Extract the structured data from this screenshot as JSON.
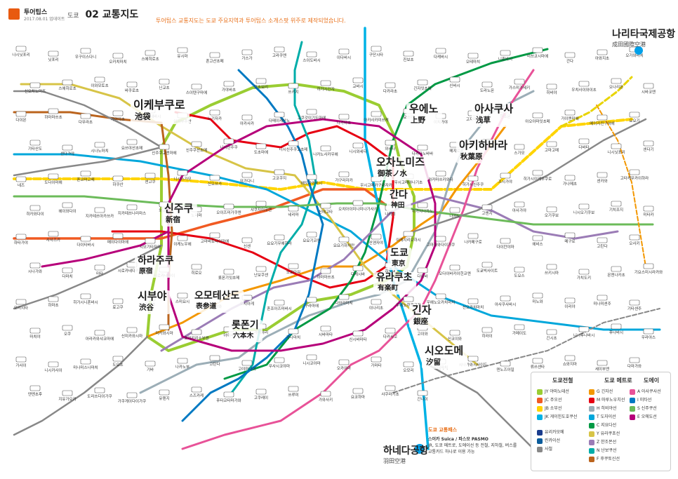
{
  "header": {
    "brand": "투어팁스",
    "date": "2017.08.01 업데이트",
    "title_prefix": "도쿄",
    "title": "02 교통지도",
    "tagline": "투어팁스 교통지도는 도쿄 주요지역과 투어팁스 소개스팟 위주로 제작되었습니다."
  },
  "airports": {
    "narita_ko": "나리타국제공항",
    "narita_ja": "成田國際空港",
    "haneda_ko": "하네다공항",
    "haneda_ja": "羽田空港"
  },
  "major_stations": [
    {
      "ko": "이케부쿠로",
      "ja": "池袋"
    },
    {
      "ko": "우에노",
      "ja": "上野"
    },
    {
      "ko": "아사쿠사",
      "ja": "浅草"
    },
    {
      "ko": "아키하바라",
      "ja": "秋葉原"
    },
    {
      "ko": "오차노미즈",
      "ja": "御茶ノ水"
    },
    {
      "ko": "간다",
      "ja": "神田"
    },
    {
      "ko": "신주쿠",
      "ja": "新宿"
    },
    {
      "ko": "도쿄",
      "ja": "東京"
    },
    {
      "ko": "유라쿠초",
      "ja": "有楽町"
    },
    {
      "ko": "하라주쿠",
      "ja": "原宿"
    },
    {
      "ko": "시부야",
      "ja": "渋谷"
    },
    {
      "ko": "오모테산도",
      "ja": "表参道"
    },
    {
      "ko": "롯폰기",
      "ja": "六本木"
    },
    {
      "ko": "긴자",
      "ja": "銀座"
    },
    {
      "ko": "시오도메",
      "ja": "汐留"
    }
  ],
  "minor_stations": [
    "나시닛포리",
    "닛포리",
    "우구이스다니",
    "오카치마치",
    "스에히로초",
    "유시마",
    "혼고산초메",
    "가스가",
    "고라쿠엔",
    "스이도바시",
    "이다바시",
    "구단시타",
    "진보초",
    "다케바시",
    "오테마치",
    "니혼바시",
    "미쓰코시마에",
    "간다",
    "아와지초",
    "오가와마치",
    "신오차노미즈",
    "스에히로초",
    "이와모토초",
    "바쿠로초",
    "닌교초",
    "스이텐구마에",
    "가야바초",
    "핫초보리",
    "쓰키지",
    "히가시긴자",
    "교바시",
    "다카라초",
    "긴자잇초메",
    "신바시",
    "도라노몬",
    "가스미가세키",
    "히비야",
    "우치사이와이초",
    "오나리몬",
    "시바코엔",
    "다이몬",
    "하마마쓰초",
    "다무라초",
    "가미야초",
    "아카바네바시",
    "아자부주반",
    "노기자카",
    "아카사카",
    "다메이케산노",
    "고쿠갓이기도마에",
    "나가타초",
    "아카사카미쓰케",
    "요쓰야",
    "이치가야",
    "고지마치",
    "한조몬",
    "아오야마잇초메",
    "가이엔마에",
    "메이지진구마에",
    "요요기",
    "기타산도",
    "센다가야",
    "시나노마치",
    "요쓰야산초메",
    "신주쿠교엔마에",
    "신주쿠산초메",
    "니시신주쿠",
    "도초마에",
    "니시신주쿠고초메",
    "나카노사카우에",
    "니시와세다",
    "와세다",
    "다카다노바바",
    "메지로",
    "오쓰카",
    "스가모",
    "고마고메",
    "다바타",
    "니시닛포리",
    "센다기",
    "네즈",
    "도다이마에",
    "혼코마고메",
    "하쿠산",
    "센고쿠",
    "니시스가모",
    "신오쓰카",
    "묘가다니",
    "고코쿠지",
    "에도가와바시",
    "가구라자카",
    "우시고메카구라자카",
    "우시고메야나기초",
    "와카마쓰카와다",
    "히가시신주쿠",
    "조시가야",
    "히가시이케부쿠로",
    "가나메초",
    "센카와",
    "고타케무카이하라",
    "히카와다이",
    "헤이와다이",
    "지카테쓰아카쓰카",
    "지카테쓰나리마스",
    "와코시",
    "노리마",
    "오이즈미가쿠엔",
    "샤쿠지이코엔",
    "네리마",
    "신에고타",
    "오치아이미나미나가사키",
    "나카이",
    "히가시나카노",
    "나카노",
    "고엔지",
    "아사가야",
    "오기쿠보",
    "니시오기쿠보",
    "기치조지",
    "미타카",
    "하타가야",
    "사사즈카",
    "다이타바시",
    "메이다이마에",
    "시모기타자와",
    "이케노우에",
    "고마바토다이마에",
    "신센",
    "요요기우에하라",
    "요요기코엔",
    "요요기하치만",
    "산겐자야",
    "이케지리오하시",
    "고마자와다이가쿠",
    "나카메구로",
    "다이칸야마",
    "에비스",
    "메구로",
    "고탄다",
    "오사키",
    "시나가와",
    "다마치",
    "미타",
    "시로카네다카나와",
    "시로카네다이",
    "히로오",
    "롯폰기잇초메",
    "난보쿠센",
    "도쿄타워",
    "하마마쓰초",
    "다케시바",
    "히노데",
    "다이바",
    "오다이바카이힌코엔",
    "도쿄빅사이트",
    "도요스",
    "쓰키시마",
    "가치도키",
    "몬젠나카초",
    "기요스미시라카와",
    "모리시타",
    "하마초",
    "히가시니혼바시",
    "료고쿠",
    "긴시초",
    "스미요시",
    "기쿠카와",
    "오시아게",
    "혼조아즈마바시",
    "구라마에",
    "다와라마치",
    "이나리초",
    "우에노히로코지",
    "우에노오카치마치",
    "신오카치마치",
    "아사쿠사바시",
    "미노와",
    "이리야",
    "미나미센주",
    "기타센주",
    "마치야",
    "오쿠",
    "아라카와샤코마에",
    "신미카와시마",
    "미카와시마",
    "호리키리쇼부엔",
    "아야세",
    "가메아리",
    "가나마치",
    "시바마타",
    "신시바마타",
    "다카사고",
    "고이와",
    "신코이와",
    "히라이",
    "가메이도",
    "긴시초",
    "니시후나바시",
    "후나바시",
    "우라야스",
    "가사이",
    "니시카사이",
    "미나미스나마치",
    "도요초",
    "기바",
    "나카노부",
    "고탄다",
    "고야마다이",
    "무사시코야마",
    "니시코야마",
    "오카야마",
    "가마타",
    "오모리",
    "오이마치",
    "시나가와시사이드",
    "덴노즈아일",
    "류쓰센타",
    "쇼와지마",
    "세이부엔",
    "다마가와",
    "덴엔초후",
    "지유가오카",
    "도리쓰다이가쿠",
    "가쿠게이다이가쿠",
    "유텐지",
    "스즈카케",
    "후타코타마가와",
    "고쿠레이",
    "쓰루미",
    "가와사키",
    "요코하마",
    "사쿠라기초",
    "간나이"
  ],
  "legend": {
    "title_jr": "도쿄전철",
    "title_metro": "도쿄 메트로",
    "title_toei": "도에이",
    "jr_lines": [
      {
        "code": "JY",
        "name": "야마노테선",
        "color": "#9acd32"
      },
      {
        "code": "JC",
        "name": "주오선",
        "color": "#f15a22"
      },
      {
        "code": "JB",
        "name": "소부선",
        "color": "#ffd400"
      },
      {
        "code": "JK",
        "name": "게이힌도호쿠선",
        "color": "#00b2e5"
      }
    ],
    "metro_lines": [
      {
        "code": "G",
        "name": "긴자선",
        "color": "#f39700"
      },
      {
        "code": "M",
        "name": "마루노우치선",
        "color": "#e60012"
      },
      {
        "code": "H",
        "name": "히비야선",
        "color": "#9caeb7"
      },
      {
        "code": "T",
        "name": "도자이선",
        "color": "#00a7db"
      },
      {
        "code": "C",
        "name": "지요다선",
        "color": "#009944"
      },
      {
        "code": "Y",
        "name": "유라쿠초선",
        "color": "#d7c447"
      },
      {
        "code": "Z",
        "name": "한조몬선",
        "color": "#9b7cb6"
      },
      {
        "code": "N",
        "name": "난보쿠선",
        "color": "#00ada9"
      },
      {
        "code": "F",
        "name": "후쿠토신선",
        "color": "#bb641d"
      }
    ],
    "toei_lines": [
      {
        "code": "A",
        "name": "아사쿠사선",
        "color": "#e85298"
      },
      {
        "code": "I",
        "name": "미타선",
        "color": "#0079c2"
      },
      {
        "code": "S",
        "name": "신주쿠선",
        "color": "#6cbb5a"
      },
      {
        "code": "E",
        "name": "오에도선",
        "color": "#b6007a"
      }
    ],
    "other": [
      {
        "name": "유리카모메",
        "color": "#1a3c8d"
      },
      {
        "name": "린카이선",
        "color": "#0a5c9c"
      },
      {
        "name": "사철",
        "color": "#888888"
      }
    ]
  },
  "info": {
    "title": "도쿄 교통패스",
    "line1": "스이카 Suica / 파스모 PASMO",
    "line2": "JR, 도쿄 메트로, 도에이선 등 전철, 지하철, 버스를",
    "line3": "교통카드 하나로 이용 가능"
  },
  "colors": {
    "yamanote": "#9acd32",
    "chuo": "#f15a22",
    "sobu": "#ffd400",
    "keihin": "#00b2e5",
    "ginza": "#f39700",
    "marunouchi": "#e60012",
    "hibiya": "#9caeb7",
    "tozai": "#00a7db",
    "chiyoda": "#009944",
    "yurakucho": "#d7c447",
    "hanzomon": "#9b7cb6",
    "namboku": "#00ada9",
    "fukutoshin": "#bb641d",
    "asakusa": "#e85298",
    "mita": "#0079c2",
    "shinjuku": "#6cbb5a",
    "oedo": "#b6007a",
    "private": "#888888",
    "accent": "#e8701a"
  }
}
